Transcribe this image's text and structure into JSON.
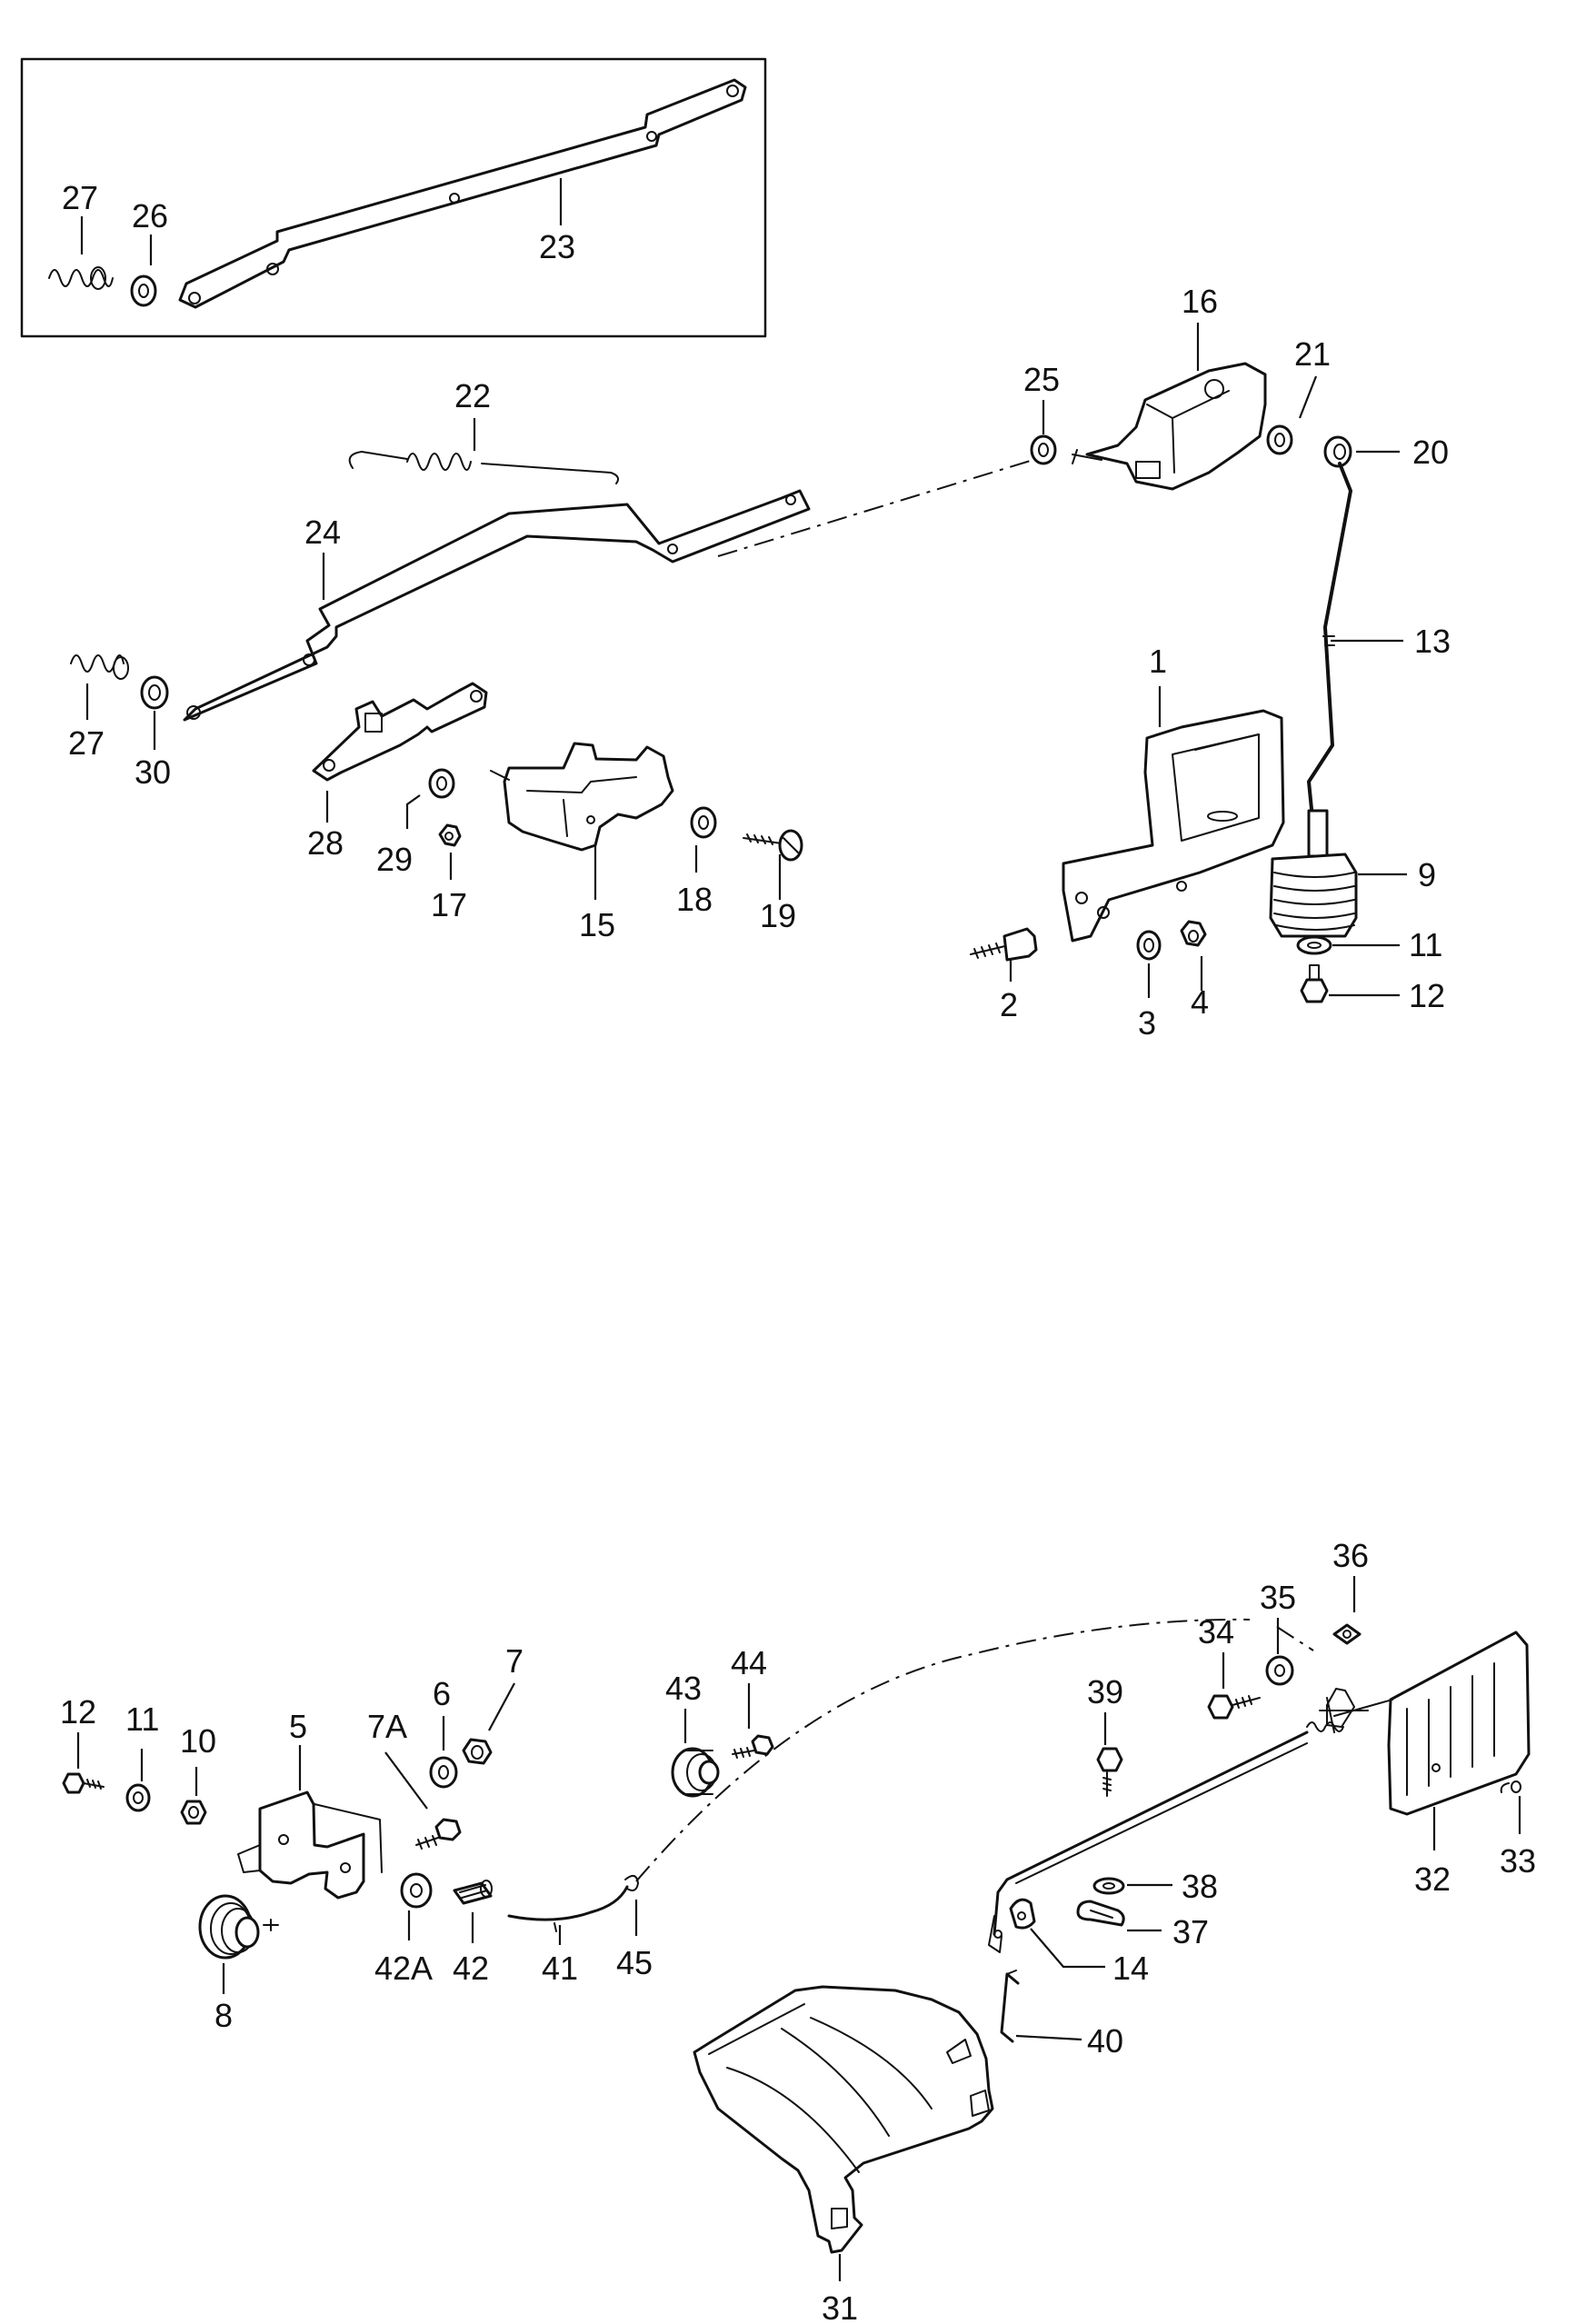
{
  "callouts": {
    "p1": "1",
    "p2": "2",
    "p3": "3",
    "p4": "4",
    "p9": "9",
    "p11": "11",
    "p12": "12",
    "p13": "13",
    "p15": "15",
    "p16": "16",
    "p17": "17",
    "p18": "18",
    "p19": "19",
    "p20": "20",
    "p21": "21",
    "p22": "22",
    "p23": "23",
    "p24": "24",
    "p25": "25",
    "p26": "26",
    "p27a": "27",
    "p27b": "27",
    "p28": "28",
    "p29": "29",
    "p30": "30",
    "b12": "12",
    "b11": "11",
    "b10": "10",
    "b5": "5",
    "b7A": "7A",
    "b6": "6",
    "b7": "7",
    "b8": "8",
    "b42A": "42A",
    "b42": "42",
    "b41": "41",
    "b45": "45",
    "b43": "43",
    "b44": "44",
    "b39": "39",
    "b34": "34",
    "b35": "35",
    "b36": "36",
    "b32": "32",
    "b33": "33",
    "b38": "38",
    "b37": "37",
    "b14": "14",
    "b40": "40",
    "b31": "31"
  }
}
